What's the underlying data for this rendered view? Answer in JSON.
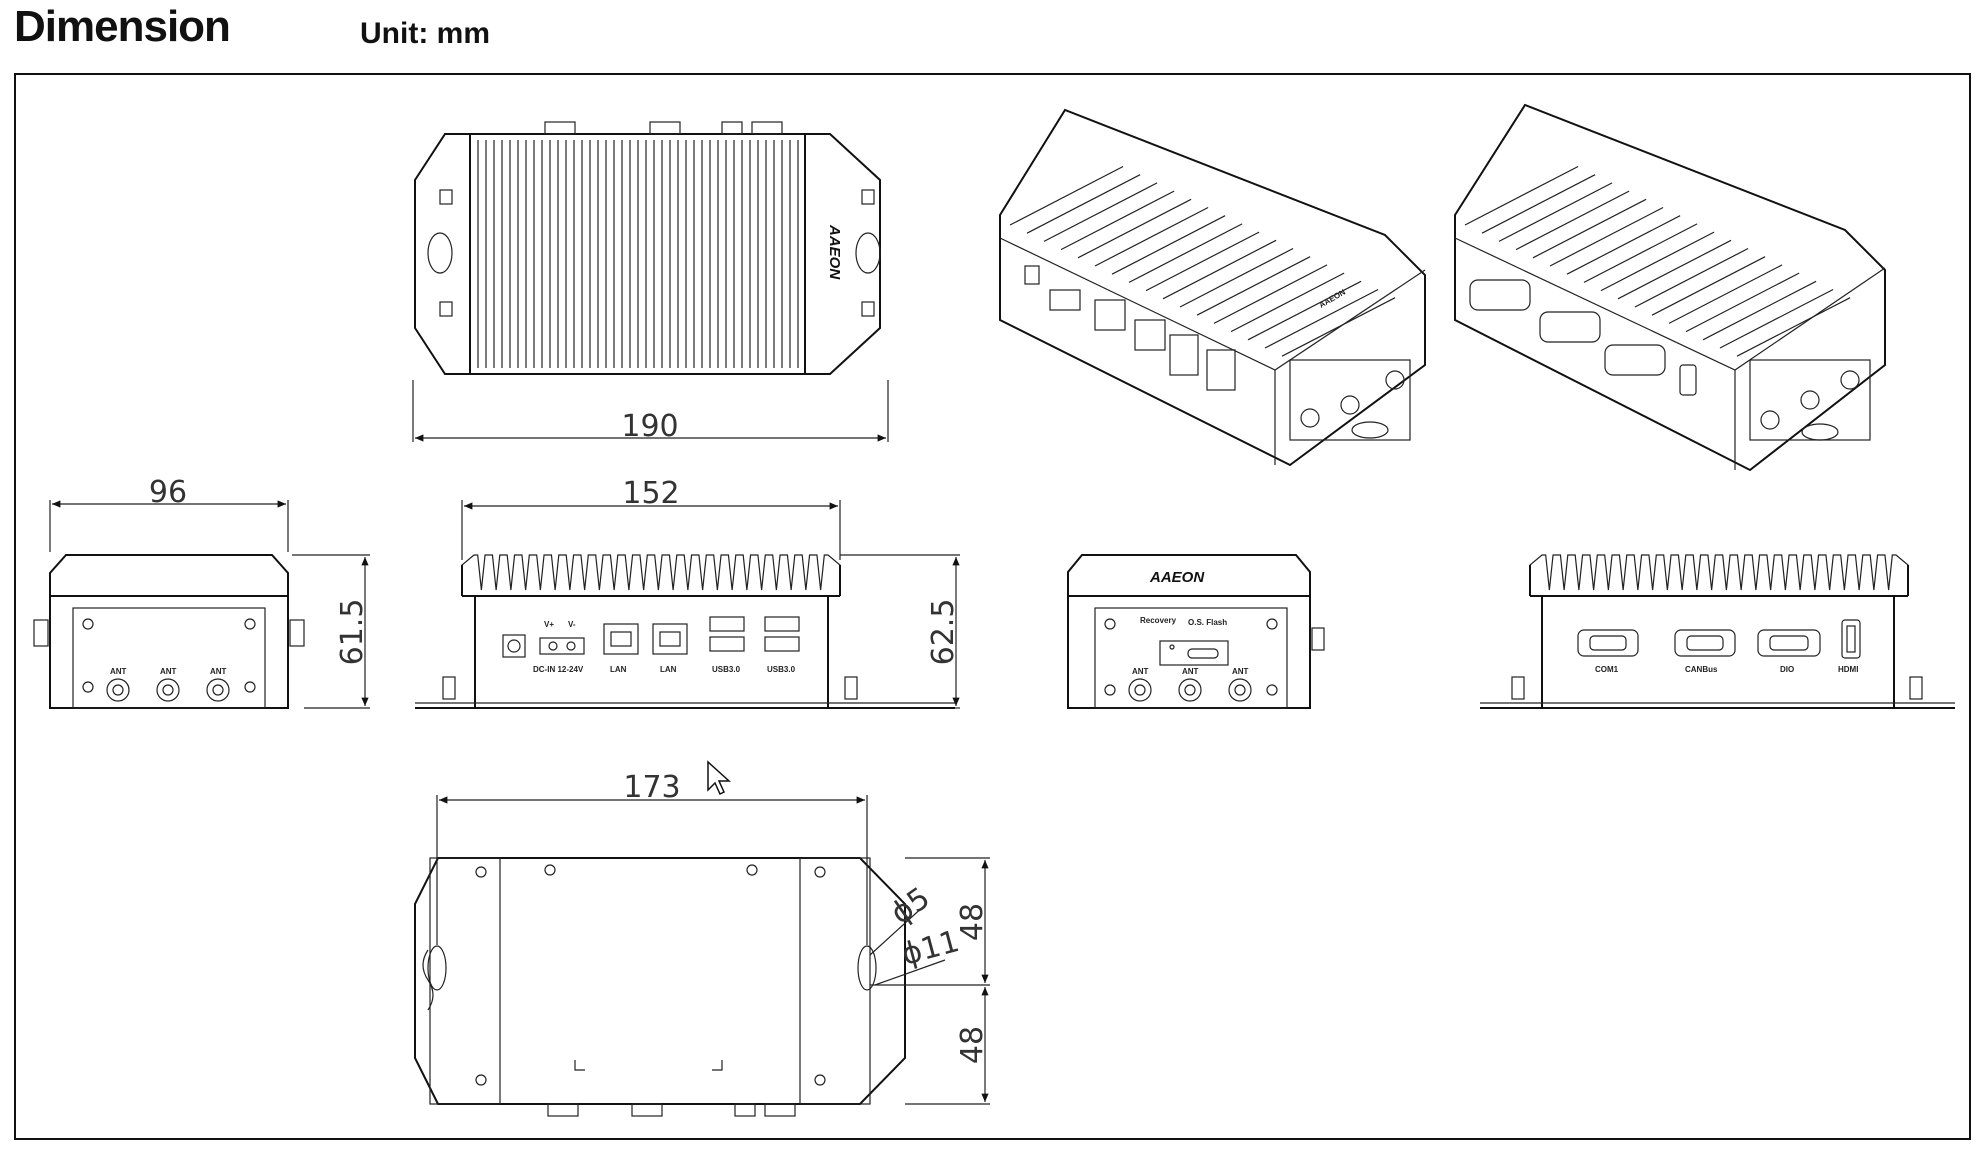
{
  "header": {
    "title": "Dimension",
    "unit": "Unit: mm"
  },
  "dimensions": {
    "top_width": "190",
    "side_width": "96",
    "side_height": "61.5",
    "front_width": "152",
    "front_height": "62.5",
    "bottom_width": "173",
    "hole_small": "ϕ5",
    "hole_large": "ϕ11",
    "bottom_upper": "48",
    "bottom_lower": "48"
  },
  "labels": {
    "ant": "ANT",
    "power_in": "DC-IN 12-24V",
    "v_plus": "V+",
    "v_minus": "V-",
    "lan": "LAN",
    "usb": "USB3.0",
    "recovery": "Recovery",
    "os_flash": "O.S. Flash",
    "com1": "COM1",
    "canbus": "CANBus",
    "dio": "DIO",
    "hdmi": "HDMI",
    "brand": "AAEON"
  }
}
